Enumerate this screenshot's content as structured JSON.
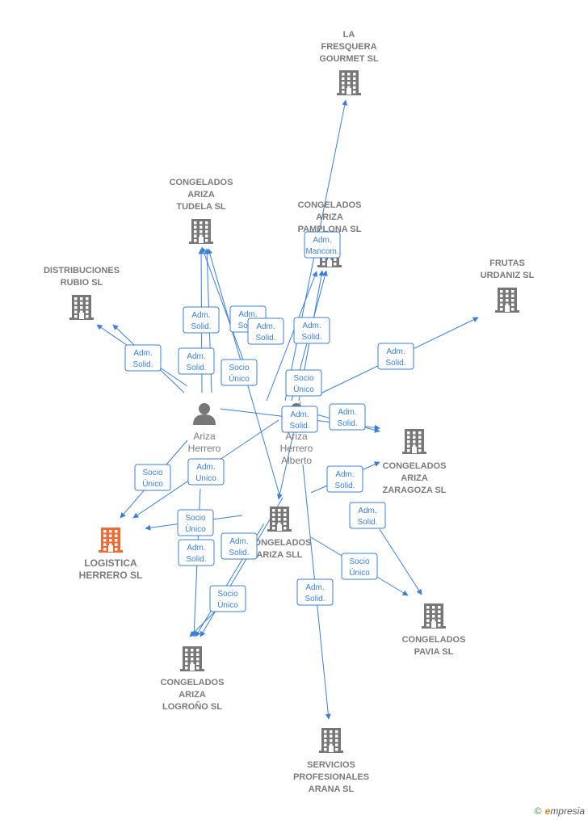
{
  "colors": {
    "edge": "#3b7fd6",
    "company": "#777777",
    "focus_company": "#f06a35",
    "person": "#777777"
  },
  "companies": [
    {
      "id": "la_fresquera",
      "lines": [
        "LA",
        "FRESQUERA",
        "GOURMET  SL"
      ],
      "icon": "building-icon",
      "focus": false
    },
    {
      "id": "tudela",
      "lines": [
        "CONGELADOS",
        "ARIZA",
        "TUDELA  SL"
      ],
      "icon": "building-icon",
      "focus": false
    },
    {
      "id": "pamplona",
      "lines": [
        "CONGELADOS",
        "ARIZA",
        "PAMPLONA  SL"
      ],
      "icon": "building-icon",
      "focus": false
    },
    {
      "id": "distribuciones",
      "lines": [
        "DISTRIBUCIONES",
        "RUBIO SL"
      ],
      "icon": "building-icon",
      "focus": false
    },
    {
      "id": "frutas",
      "lines": [
        "FRUTAS",
        "URDANIZ  SL"
      ],
      "icon": "building-icon",
      "focus": false
    },
    {
      "id": "zaragoza",
      "lines": [
        "CONGELADOS",
        "ARIZA",
        "ZARAGOZA  SL"
      ],
      "icon": "building-icon",
      "focus": false
    },
    {
      "id": "ariza",
      "lines": [
        "CONGELADOS",
        "ARIZA  SLL"
      ],
      "icon": "building-icon",
      "focus": false
    },
    {
      "id": "logistica",
      "lines": [
        "LOGISTICA",
        "HERRERO  SL"
      ],
      "icon": "building-icon",
      "focus": true
    },
    {
      "id": "pavia",
      "lines": [
        "CONGELADOS",
        "PAVIA SL"
      ],
      "icon": "building-icon",
      "focus": false
    },
    {
      "id": "logrono",
      "lines": [
        "CONGELADOS",
        "ARIZA",
        "LOGROÑO  SL"
      ],
      "icon": "building-icon",
      "focus": false
    },
    {
      "id": "servicios",
      "lines": [
        "SERVICIOS",
        "PROFESIONALES",
        "ARANA  SL"
      ],
      "icon": "building-icon",
      "focus": false
    }
  ],
  "persons": [
    {
      "id": "p1",
      "lines": [
        "Ariza",
        "Herrero",
        "..."
      ],
      "icon": "person-icon"
    },
    {
      "id": "p2",
      "lines": [
        "Ariza",
        "Herrero",
        "Alberto"
      ],
      "icon": "person-icon"
    }
  ],
  "relations": [
    {
      "id": "r1",
      "lines": [
        "Adm.",
        "Mancom."
      ]
    },
    {
      "id": "r2",
      "lines": [
        "Adm.",
        "Solid."
      ]
    },
    {
      "id": "r3",
      "lines": [
        "Adm.",
        "Solid."
      ]
    },
    {
      "id": "r4",
      "lines": [
        "Adm.",
        "Solid."
      ]
    },
    {
      "id": "r5",
      "lines": [
        "Adm.",
        "Solid."
      ]
    },
    {
      "id": "r6",
      "lines": [
        "Adm.",
        "Solid."
      ]
    },
    {
      "id": "r7",
      "lines": [
        "Adm.",
        "Solid."
      ]
    },
    {
      "id": "r8",
      "lines": [
        "Socio",
        "Único"
      ]
    },
    {
      "id": "r9",
      "lines": [
        "Socio",
        "Único"
      ]
    },
    {
      "id": "r10",
      "lines": [
        "Adm.",
        "Solid."
      ]
    },
    {
      "id": "r11",
      "lines": [
        "Adm.",
        "Solid."
      ]
    },
    {
      "id": "r12",
      "lines": [
        "Adm.",
        "Solid."
      ]
    },
    {
      "id": "r13",
      "lines": [
        "Adm.",
        "Solid."
      ]
    },
    {
      "id": "r14",
      "lines": [
        "Adm.",
        "Solid."
      ]
    },
    {
      "id": "r15",
      "lines": [
        "Socio",
        "Único"
      ]
    },
    {
      "id": "r16",
      "lines": [
        "Adm.",
        "Unico"
      ]
    },
    {
      "id": "r17",
      "lines": [
        "Socio",
        "Único"
      ]
    },
    {
      "id": "r18",
      "lines": [
        "Adm.",
        "Solid."
      ]
    },
    {
      "id": "r19",
      "lines": [
        "Adm.",
        "Solid."
      ]
    },
    {
      "id": "r20",
      "lines": [
        "Socio",
        "Único"
      ]
    },
    {
      "id": "r21",
      "lines": [
        "Adm.",
        "Solid."
      ]
    },
    {
      "id": "r22",
      "lines": [
        "Socio",
        "Único"
      ]
    },
    {
      "id": "r23",
      "lines": [
        "Adm.",
        "Solid."
      ]
    }
  ],
  "brand": {
    "copyright": "©",
    "first": "e",
    "rest": "mpresia"
  }
}
